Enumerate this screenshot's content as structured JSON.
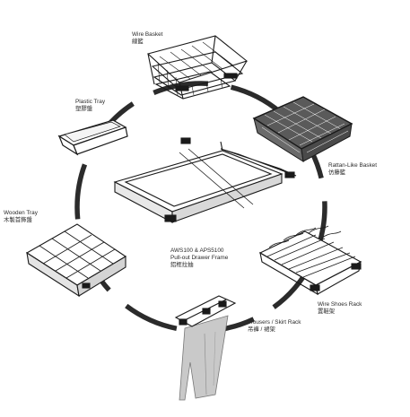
{
  "diagram": {
    "center": {
      "line1": "AWS100 & APS5100",
      "line2": "Pull-out Drawer Frame",
      "line3": "鋁框拉抽"
    },
    "items": [
      {
        "id": "wire-basket",
        "en": "Wire Basket",
        "zh": "線籃"
      },
      {
        "id": "plastic-tray",
        "en": "Plastic Tray",
        "zh": "塑膠盤"
      },
      {
        "id": "rattan-basket",
        "en": "Rattan-Like Basket",
        "zh": "仿藤籃"
      },
      {
        "id": "wooden-tray",
        "en": "Wooden Tray",
        "zh": "木製首飾盤"
      },
      {
        "id": "wire-shoes-rack",
        "en": "Wire Shoes Rack",
        "zh": "置鞋架"
      },
      {
        "id": "trousers-rack",
        "en": "Trousers / Skirt Rack",
        "zh": "吊褲 / 裙架"
      }
    ],
    "colors": {
      "ring": "#2b2b2b",
      "line": "#1a1a1a",
      "fabric": "#c9c9c9"
    }
  }
}
